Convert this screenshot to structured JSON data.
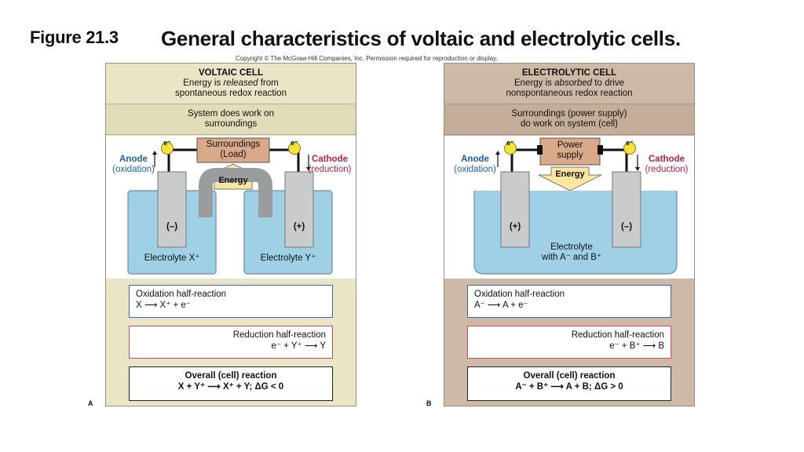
{
  "figure_label": "Figure 21.3",
  "figure_title": "General characteristics of voltaic and electrolytic cells.",
  "copyright": "Copyright © The McGraw-Hill Companies, Inc. Permission required for reproduction or display.",
  "voltaic": {
    "corner": "A",
    "title": "VOLTAIC CELL",
    "line1_pre": "Energy is ",
    "line1_em": "released",
    "line1_post": " from",
    "line2": "spontaneous redox reaction",
    "sub1": "System does work on",
    "sub2": "surroundings",
    "anode_title": "Anode",
    "anode_sub": "(oxidation)",
    "cathode_title": "Cathode",
    "cathode_sub": "(reduction)",
    "surroundings1": "Surroundings",
    "surroundings2": "(Load)",
    "energy": "Energy",
    "electron": "e⁻",
    "left_sign": "(–)",
    "right_sign": "(+)",
    "electrolyte_left": "Electrolyte X⁺",
    "electrolyte_right": "Electrolyte Y⁺",
    "ox_title": "Oxidation half-reaction",
    "ox_eq": "X ⟶ X⁺ + e⁻",
    "red_title": "Reduction half-reaction",
    "red_eq": "e⁻ + Y⁺ ⟶ Y",
    "overall_title": "Overall (cell) reaction",
    "overall_eq": "X + Y⁺ ⟶ X⁺ + Y; ΔG < 0"
  },
  "electrolytic": {
    "corner": "B",
    "title": "ELECTROLYTIC CELL",
    "line1_pre": "Energy is ",
    "line1_em": "absorbed",
    "line1_post": " to drive",
    "line2": "nonspontaneous redox reaction",
    "sub1": "Surroundings (power supply)",
    "sub2": "do work on system (cell)",
    "anode_title": "Anode",
    "anode_sub": "(oxidation)",
    "cathode_title": "Cathode",
    "cathode_sub": "(reduction)",
    "power1": "Power",
    "power2": "supply",
    "energy": "Energy",
    "electron": "e⁻",
    "left_sign": "(+)",
    "right_sign": "(–)",
    "electrolyte1": "Electrolyte",
    "electrolyte2": "with A⁻ and B⁺",
    "ox_title": "Oxidation half-reaction",
    "ox_eq": "A⁻ ⟶ A + e⁻",
    "red_title": "Reduction half-reaction",
    "red_eq": "e⁻ + B⁺ ⟶ B",
    "overall_title": "Overall (cell) reaction",
    "overall_eq": "A⁻ + B⁺ ⟶ A + B; ΔG > 0"
  },
  "colors": {
    "voltaic_bg": "#e9e5c6",
    "electrolytic_bg": "#cdb9a6",
    "solution": "#9fd0e6",
    "electrode": "#c9cbcd",
    "load_box": "#d9a98a",
    "energy_arrow": "#fbe6a0",
    "electron_ball": "#f6e23a",
    "anode_text": "#1f5fa8",
    "cathode_text": "#b6224a"
  }
}
